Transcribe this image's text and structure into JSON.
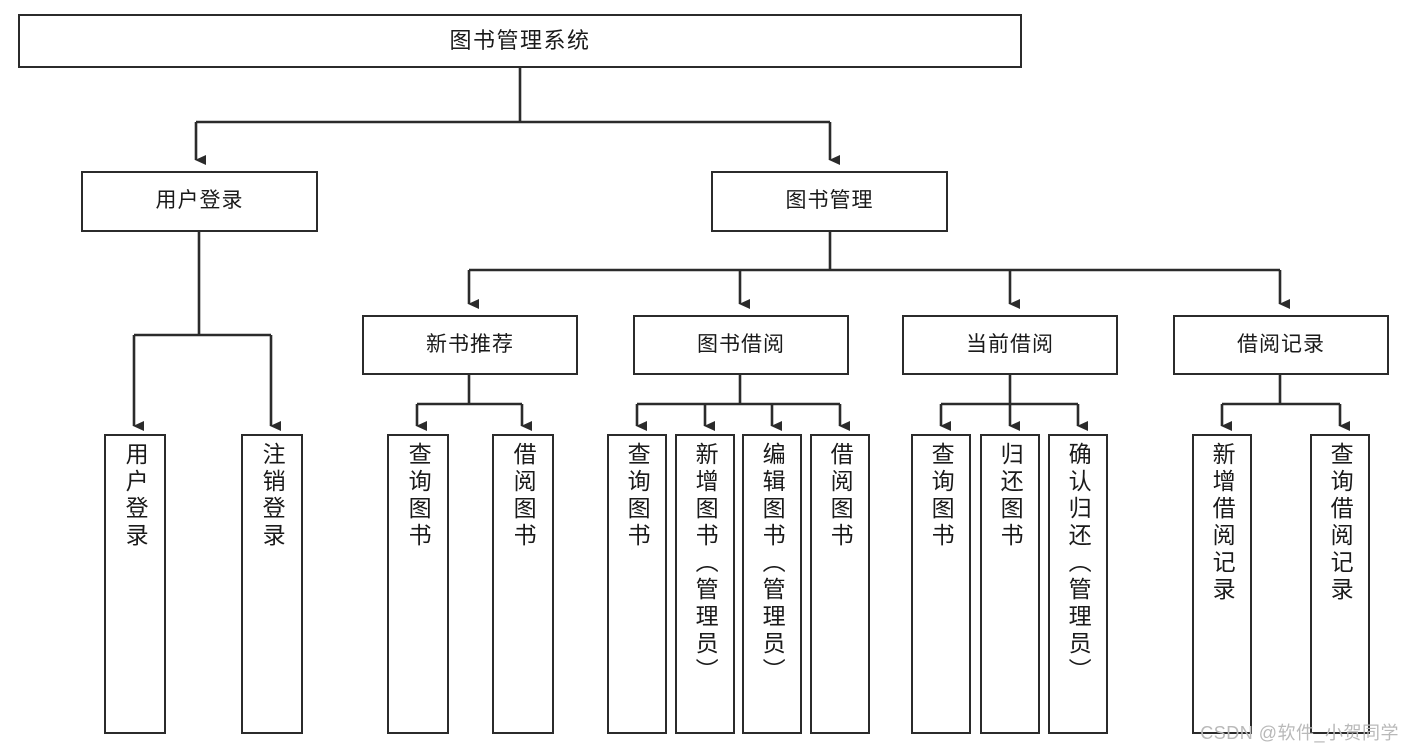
{
  "diagram": {
    "title": "图书管理系统",
    "type": "tree-hierarchy-chart",
    "watermark": "CSDN @软件_小贺同学"
  },
  "root": {
    "label": "图书管理系统"
  },
  "level2": [
    {
      "label": "用户登录"
    },
    {
      "label": "图书管理"
    }
  ],
  "level3": [
    {
      "label": "新书推荐"
    },
    {
      "label": "图书借阅"
    },
    {
      "label": "当前借阅"
    },
    {
      "label": "借阅记录"
    }
  ],
  "leaves": {
    "user_login": [
      {
        "label": "用户登录"
      },
      {
        "label": "注销登录"
      }
    ],
    "new_book_recommend": [
      {
        "label": "查询图书"
      },
      {
        "label": "借阅图书"
      }
    ],
    "book_borrow": [
      {
        "label": "查询图书"
      },
      {
        "label": "新增图书（管理员）"
      },
      {
        "label": "编辑图书（管理员）"
      },
      {
        "label": "借阅图书"
      }
    ],
    "current_borrow": [
      {
        "label": "查询图书"
      },
      {
        "label": "归还图书"
      },
      {
        "label": "确认归还（管理员）"
      }
    ],
    "borrow_records": [
      {
        "label": "新增借阅记录"
      },
      {
        "label": "查询借阅记录"
      }
    ]
  },
  "colors": {
    "stroke": "#2b2b2b",
    "fill": "#ffffff",
    "text": "#1a1a1a",
    "watermark": "#b9b9b9"
  }
}
